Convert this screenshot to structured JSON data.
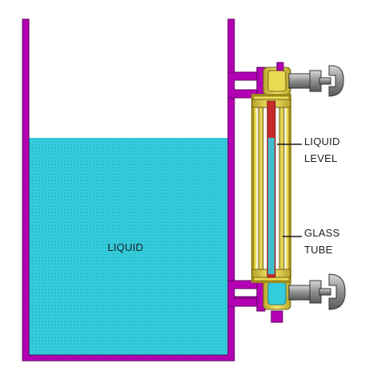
{
  "labels": {
    "liquid": "LIQUID",
    "liquid_level_line1": "LIQUID",
    "liquid_level_line2": "LEVEL",
    "glass_tube_line1": "GLASS",
    "glass_tube_line2": "TUBE"
  },
  "colors": {
    "tank_wall": "#b400b4",
    "liquid": "#33ccdd",
    "brass": "#e6d43a",
    "valve_metal": "#8f8f8f",
    "indicator_line": "#1a1a1a",
    "glass_tube_fill": "#c62a2a",
    "background": "#ffffff"
  },
  "icons": {
    "upper_valve": "gate-valve-icon",
    "lower_valve": "gate-valve-icon"
  }
}
